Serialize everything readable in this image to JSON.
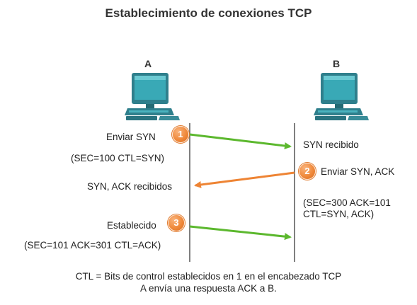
{
  "title": "Establecimiento de conexiones TCP",
  "hosts": {
    "a": "A",
    "b": "B"
  },
  "steps": [
    {
      "number": "1",
      "label": "Enviar SYN"
    },
    {
      "number": "2",
      "label": "Enviar SYN, ACK"
    },
    {
      "number": "3",
      "label": "Establecido"
    }
  ],
  "side_a": {
    "seq1": "(SEC=100 CTL=SYN)",
    "received": "SYN, ACK recibidos",
    "seq3": "(SEC=101 ACK=301 CTL=ACK)"
  },
  "side_b": {
    "received": "SYN recibido",
    "seq2_line1": "(SEC=300 ACK=101",
    "seq2_line2": "CTL=SYN, ACK)"
  },
  "footer": {
    "line1": "CTL = Bits de control establecidos en 1 en el encabezado TCP",
    "line2": "A envía una respuesta ACK a B."
  },
  "colors": {
    "syn_arrow": "#5cb82e",
    "synack_arrow": "#ee8434",
    "badge": "#f08a3c",
    "timeline": "#555555"
  },
  "icons": [
    "computer-icon"
  ]
}
